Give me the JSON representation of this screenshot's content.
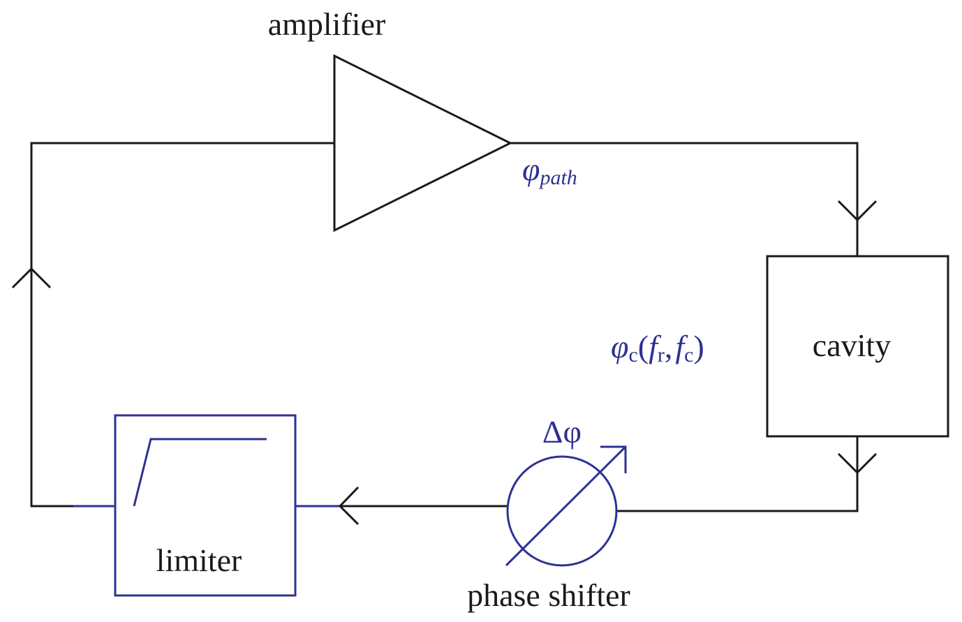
{
  "colors": {
    "wire": "#1a1a1a",
    "accent": "#2e3192"
  },
  "blocks": {
    "amplifier": "amplifier",
    "cavity": "cavity",
    "phase_shifter": "phase shifter",
    "limiter": "limiter"
  },
  "symbols": {
    "phi_path": {
      "base": "φ",
      "sub": "path"
    },
    "phi_c": {
      "base": "φ",
      "sub": "c",
      "open": "(",
      "f1": "f",
      "f1_sub": "r",
      "comma": ",",
      "f2": "f",
      "f2_sub": "c",
      "close": ")"
    },
    "delta_phi": "Δφ"
  }
}
